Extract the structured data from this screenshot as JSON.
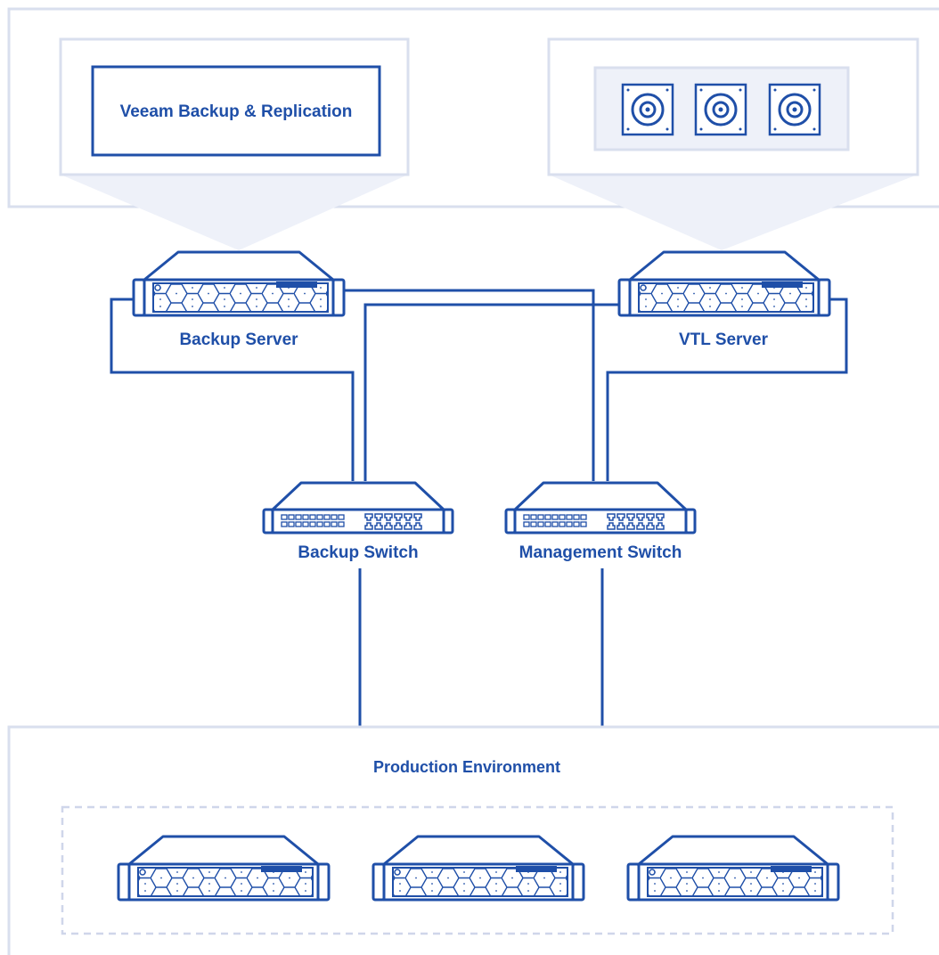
{
  "software_panel": {
    "app_label": "Veeam Backup & Replication"
  },
  "servers": {
    "backup_server": "Backup Server",
    "vtl_server": "VTL Server"
  },
  "switches": {
    "backup_switch": "Backup Switch",
    "management_switch": "Management Switch"
  },
  "production": {
    "title": "Production Environment"
  },
  "colors": {
    "accent": "#1f4fa8",
    "panel_border": "#d9dfee",
    "panel_fill": "#ffffff",
    "tape_fill": "#eef1f9",
    "dashed_border": "#cfd6ea"
  }
}
